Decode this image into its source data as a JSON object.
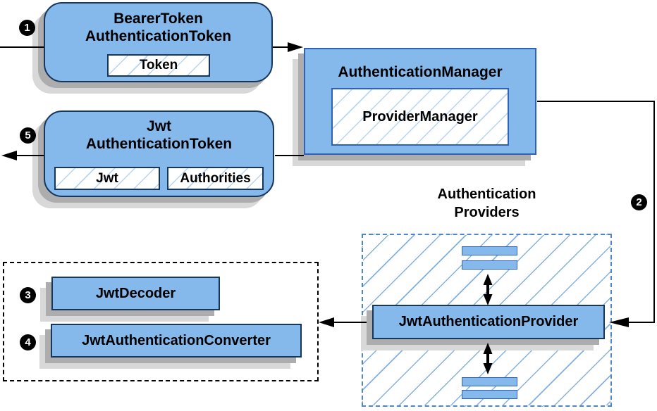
{
  "nodes": {
    "bearer_token": {
      "line1": "BearerToken",
      "line2": "AuthenticationToken",
      "field": "Token"
    },
    "authentication_manager": {
      "title": "AuthenticationManager",
      "field": "ProviderManager"
    },
    "jwt_authentication_token": {
      "line1": "Jwt",
      "line2": "AuthenticationToken",
      "field1": "Jwt",
      "field2": "Authorities"
    },
    "authentication_providers": {
      "line1": "Authentication",
      "line2": "Providers"
    },
    "jwt_authentication_provider": {
      "title": "JwtAuthenticationProvider"
    },
    "jwt_decoder": {
      "title": "JwtDecoder"
    },
    "jwt_authentication_converter": {
      "title": "JwtAuthenticationConverter"
    }
  },
  "badges": {
    "step1": "1",
    "step2": "2",
    "step3": "3",
    "step4": "4",
    "step5": "5"
  },
  "colors": {
    "node_fill": "#85b9ec",
    "border_navy": "#16365c",
    "border_blue": "#2d62b8",
    "hatch_small": "#b9d5f1",
    "hatch_big": "#82b1e2",
    "dashed_blue": "#4e86c6",
    "shadow_dark": "#adadad",
    "shadow_light": "#d8d8d8",
    "line_black": "#000000",
    "badge_bg": "#000000",
    "badge_fg": "#ffffff",
    "bg": "#ffffff"
  }
}
